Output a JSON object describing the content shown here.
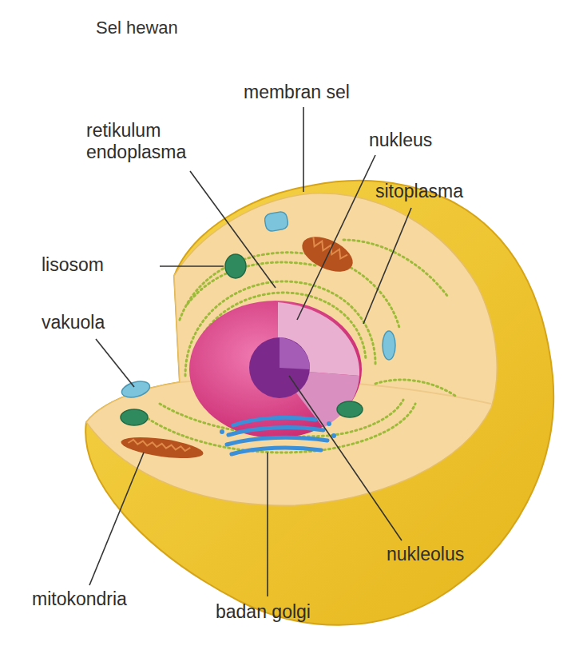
{
  "diagram": {
    "title": "Sel hewan",
    "labels": [
      "membran sel",
      "retikulum endoplasma",
      "nukleus",
      "sitoplasma",
      "lisosom",
      "vakuola",
      "nukleolus",
      "mitokondria",
      "badan golgi"
    ]
  }
}
